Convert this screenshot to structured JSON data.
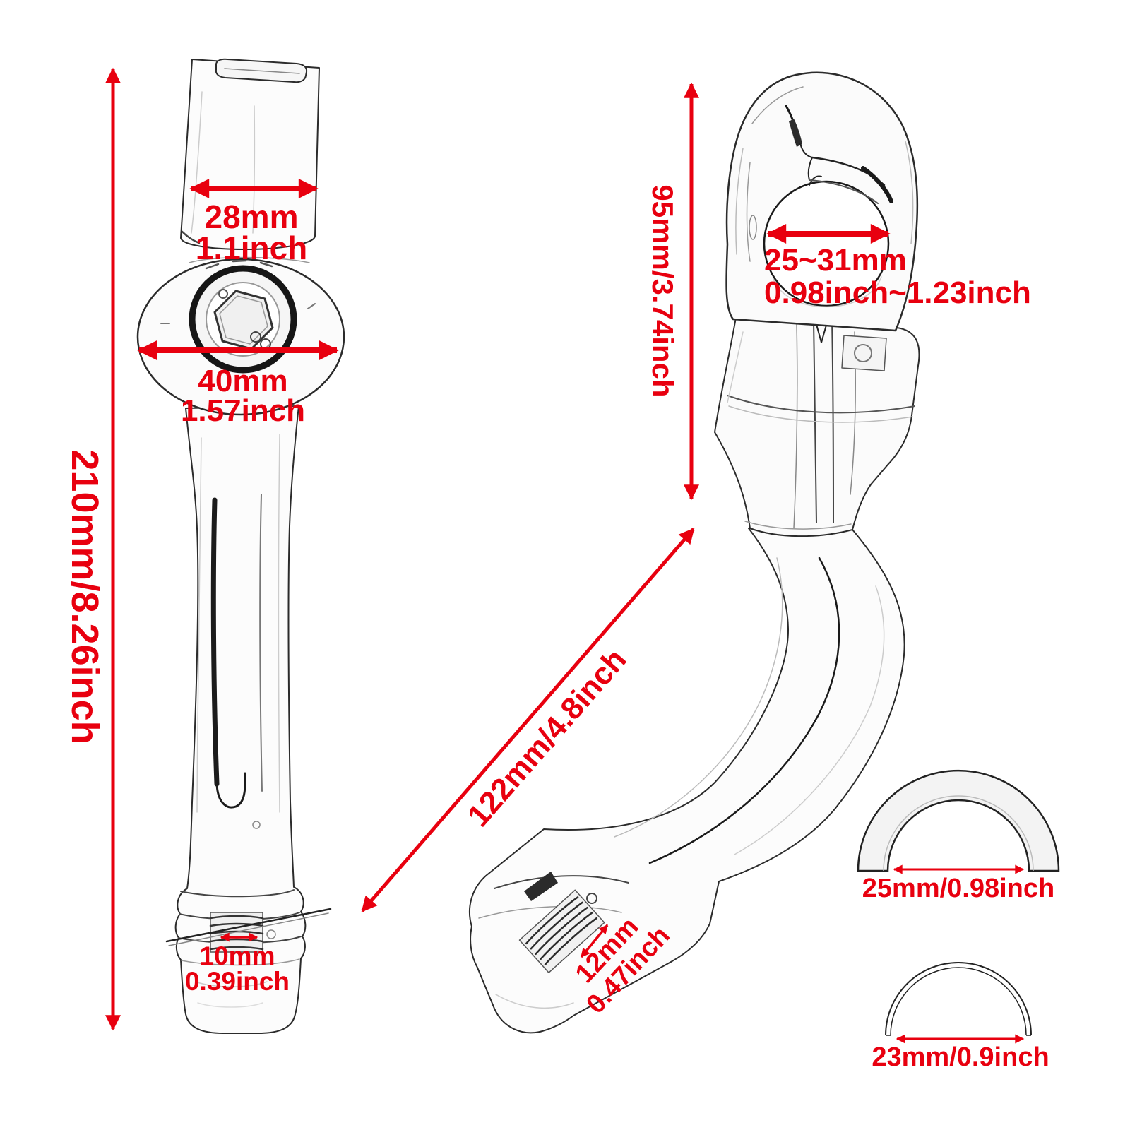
{
  "colors": {
    "accent_red": "#e8000f",
    "line_art": "#2b2b2b",
    "background": "#ffffff"
  },
  "lever_view": {
    "overall_height": "210mm/8.26inch",
    "pad_width_mm": "28mm",
    "pad_width_inch": "1.1inch",
    "pivot_diameter_mm": "40mm",
    "pivot_diameter_inch": "1.57inch",
    "tip_thread_mm": "10mm",
    "tip_thread_inch": "0.39inch"
  },
  "clamp_view": {
    "overall_height": "95mm/3.74inch",
    "clamp_range_mm": "25~31mm",
    "clamp_range_inch": "0.98inch~1.23inch",
    "arm_length": "122mm/4.8inch",
    "thread_mm": "12mm",
    "thread_inch": "0.47inch"
  },
  "half_rings": {
    "thick_ring_diameter": "25mm/0.98inch",
    "thin_ring_diameter": "23mm/0.9inch"
  }
}
